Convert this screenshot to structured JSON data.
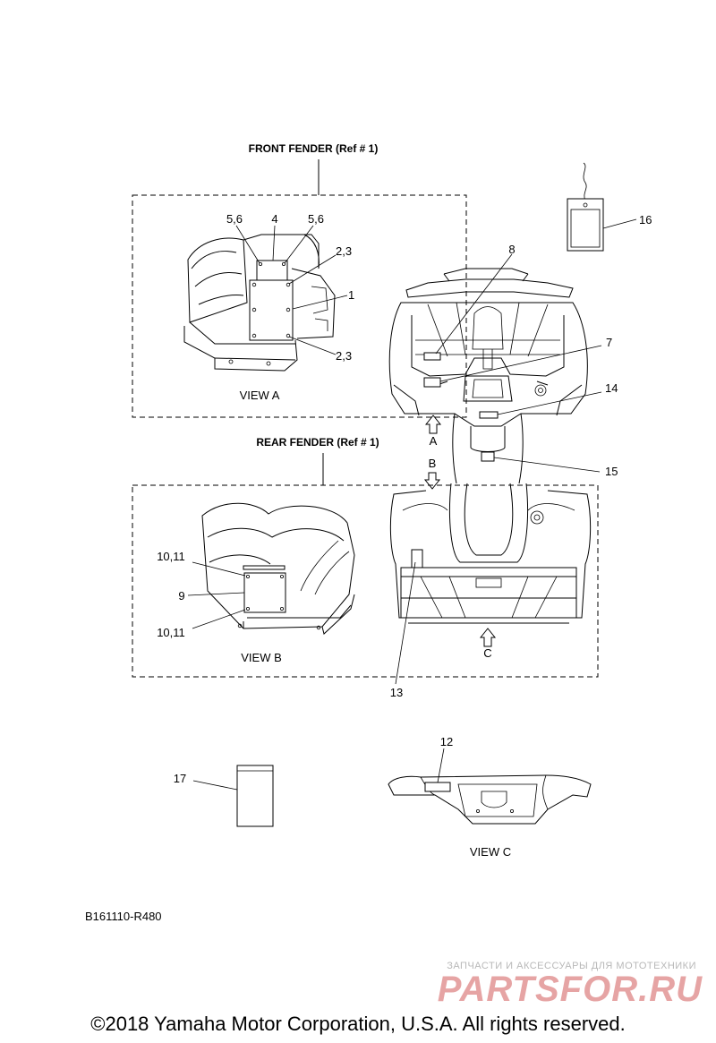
{
  "diagram": {
    "front_fender_title": "FRONT FENDER (Ref # 1)",
    "rear_fender_title": "REAR FENDER (Ref # 1)",
    "view_a": "VIEW A",
    "view_b": "VIEW B",
    "view_c": "VIEW C",
    "arrow_a": "A",
    "arrow_b": "B",
    "arrow_c": "C",
    "callouts": {
      "c1": "1",
      "c2_3_top": "2,3",
      "c2_3_bottom": "2,3",
      "c4": "4",
      "c5_6_left": "5,6",
      "c5_6_right": "5,6",
      "c7": "7",
      "c8": "8",
      "c9": "9",
      "c10_11_top": "10,11",
      "c10_11_bottom": "10,11",
      "c12": "12",
      "c13": "13",
      "c14": "14",
      "c15": "15",
      "c16": "16",
      "c17": "17"
    },
    "drawing_code": "B161110-R480"
  },
  "watermark": {
    "tagline": "ЗАПЧАСТИ И АКСЕССУАРЫ ДЛЯ МОТОТЕХНИКИ",
    "brand": "PARTSFOR.RU"
  },
  "footer": {
    "copyright": "©2018 Yamaha Motor Corporation, U.S.A. All rights reserved."
  }
}
